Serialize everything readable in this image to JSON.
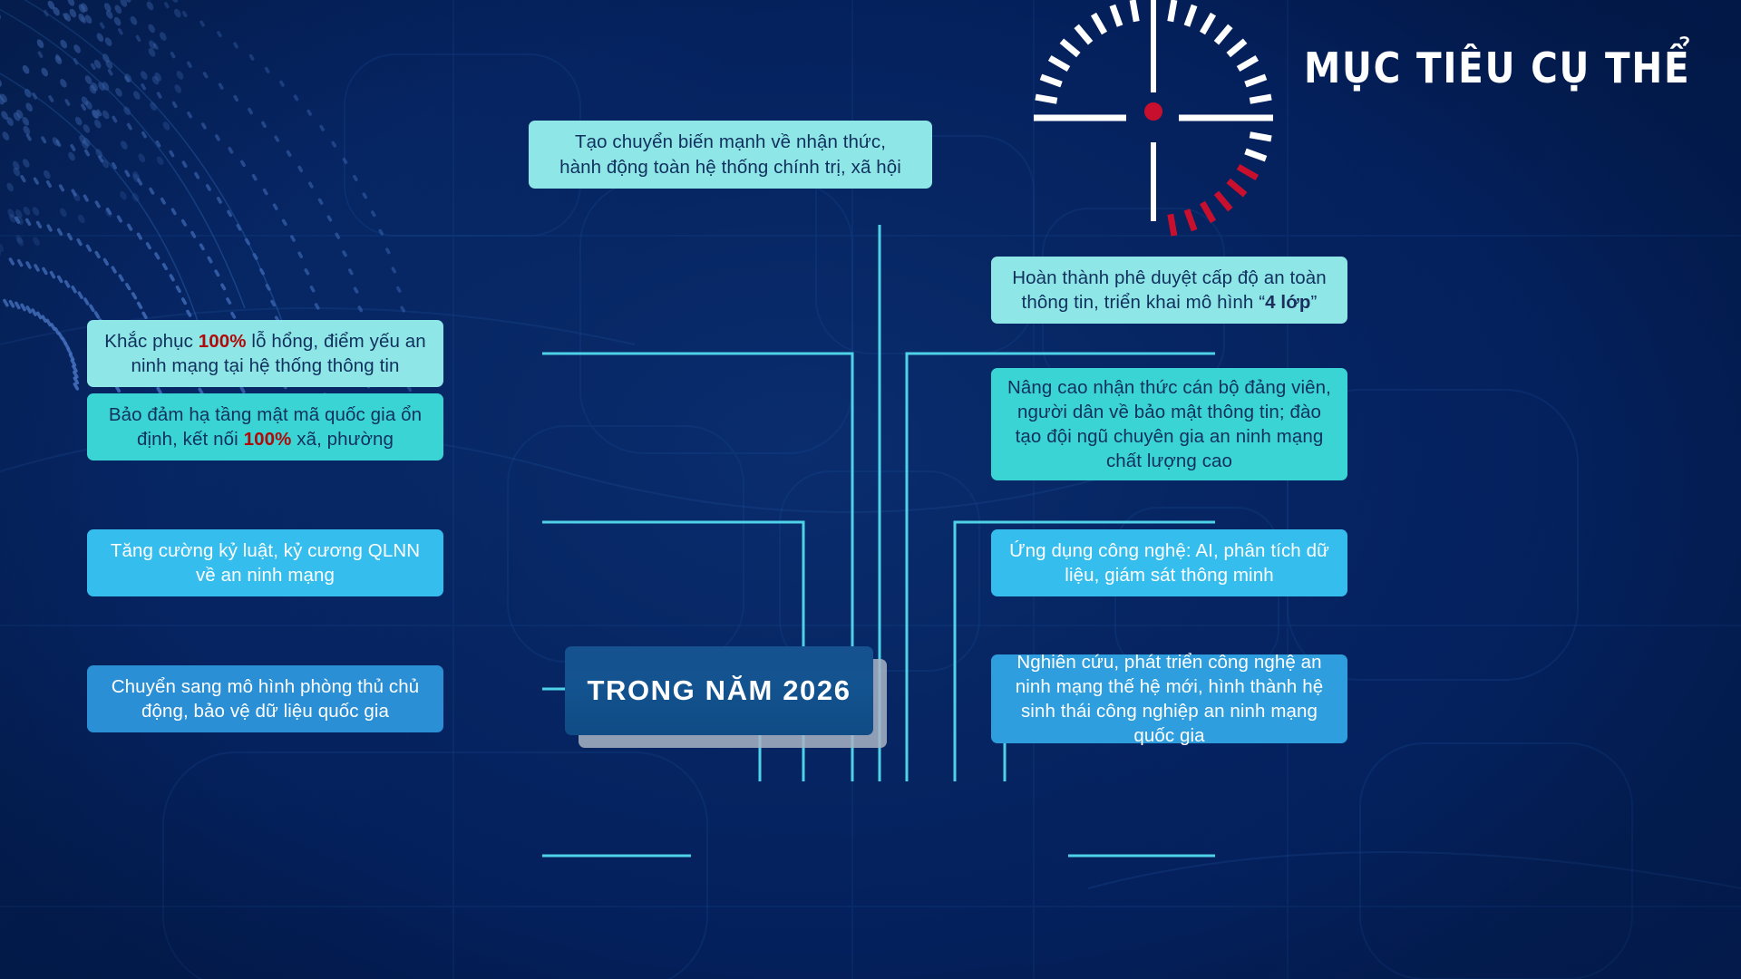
{
  "header": {
    "title": "MỤC TIÊU CỤ THỂ",
    "target_icon": "crosshair-target-icon"
  },
  "center": {
    "label": "TRONG NĂM 2026"
  },
  "top_node": {
    "line1": "Tạo chuyển biến mạnh về nhận thức,",
    "line2": "hành động toàn hệ thống chính trị, xã hội"
  },
  "left_nodes": [
    {
      "id": "vulnerability-remediation",
      "pre": "Khắc phục ",
      "highlight": "100%",
      "post": " lỗ hổng, điểm yếu an ninh mạng tại hệ thống thông tin",
      "tone": "tone-1"
    },
    {
      "id": "national-crypto-infrastructure",
      "pre": "Bảo đảm hạ tầng mật mã quốc gia ổn định, kết nối ",
      "highlight": "100%",
      "post": " xã, phường",
      "tone": "tone-2"
    },
    {
      "id": "discipline-state-management",
      "pre": "Tăng cường kỷ luật, kỷ cương QLNN về an ninh mạng",
      "highlight": "",
      "post": "",
      "tone": "tone-3"
    },
    {
      "id": "active-defense-model",
      "pre": "Chuyển sang mô hình phòng thủ chủ động, bảo vệ dữ liệu quốc gia",
      "highlight": "",
      "post": "",
      "tone": "tone-4"
    }
  ],
  "right_nodes": [
    {
      "id": "security-level-approval",
      "pre": "Hoàn thành phê duyệt cấp độ an toàn thông tin, triển khai mô hình “",
      "highlight": "4 lớp",
      "post": "”",
      "tone": "tone-1",
      "highlight_style": "dark"
    },
    {
      "id": "awareness-and-training",
      "pre": "Nâng cao nhận thức cán bộ đảng viên, người dân về bảo mật thông tin; đào tạo đội ngũ chuyên gia an ninh mạng chất lượng cao",
      "highlight": "",
      "post": "",
      "tone": "tone-2"
    },
    {
      "id": "technology-application",
      "pre": "Ứng dụng công nghệ: AI, phân tích dữ liệu, giám sát thông minh",
      "highlight": "",
      "post": "",
      "tone": "tone-3"
    },
    {
      "id": "research-and-industry",
      "pre": "Nghiên cứu, phát triển công nghệ an ninh mạng thế hệ mới, hình thành hệ sinh thái công nghiệp an ninh mạng quốc gia",
      "highlight": "",
      "post": "",
      "tone": "tone-5"
    }
  ],
  "colors": {
    "background": "#04205c",
    "connector": "#4fd2e8",
    "accent_red": "#b00b0b",
    "target_red": "#c8102e",
    "center_box": "#13538f",
    "tone_1": "#8fe6e6",
    "tone_2": "#3bd4d4",
    "tone_3": "#35bdee",
    "tone_4": "#2a8fd4",
    "tone_5": "#2e9ede"
  }
}
